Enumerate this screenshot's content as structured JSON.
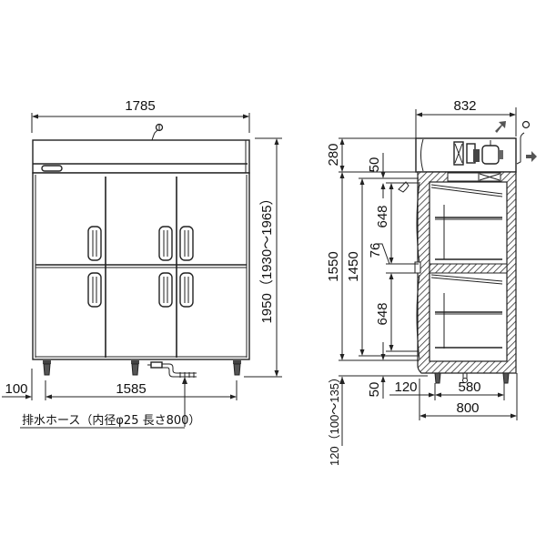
{
  "drawing": {
    "type": "dimension-drawing",
    "subject": "6-door upright refrigerator",
    "units": "mm",
    "front_view": {
      "overall_width": "1785",
      "overall_height": "1950（1930〜1965）",
      "leg_offset": "100",
      "leg_span": "1585",
      "drain_note": "排水ホース（内径φ25 長さ800）",
      "doors": {
        "columns": 3,
        "rows": 2
      }
    },
    "side_view": {
      "overall_depth": "832",
      "top_section": "280",
      "body_height": "1550",
      "interior_height": "1450",
      "top_gap": "50",
      "upper_compartment": "648",
      "divider": "76",
      "lower_compartment": "648",
      "bottom_gap": "50",
      "leg_height": "120（100〜135）",
      "front_leg_offset": "120",
      "leg_depth_span": "580",
      "cabinet_depth": "800"
    }
  },
  "colors": {
    "line": "#222222",
    "background": "#ffffff",
    "hatch": "#333333"
  }
}
